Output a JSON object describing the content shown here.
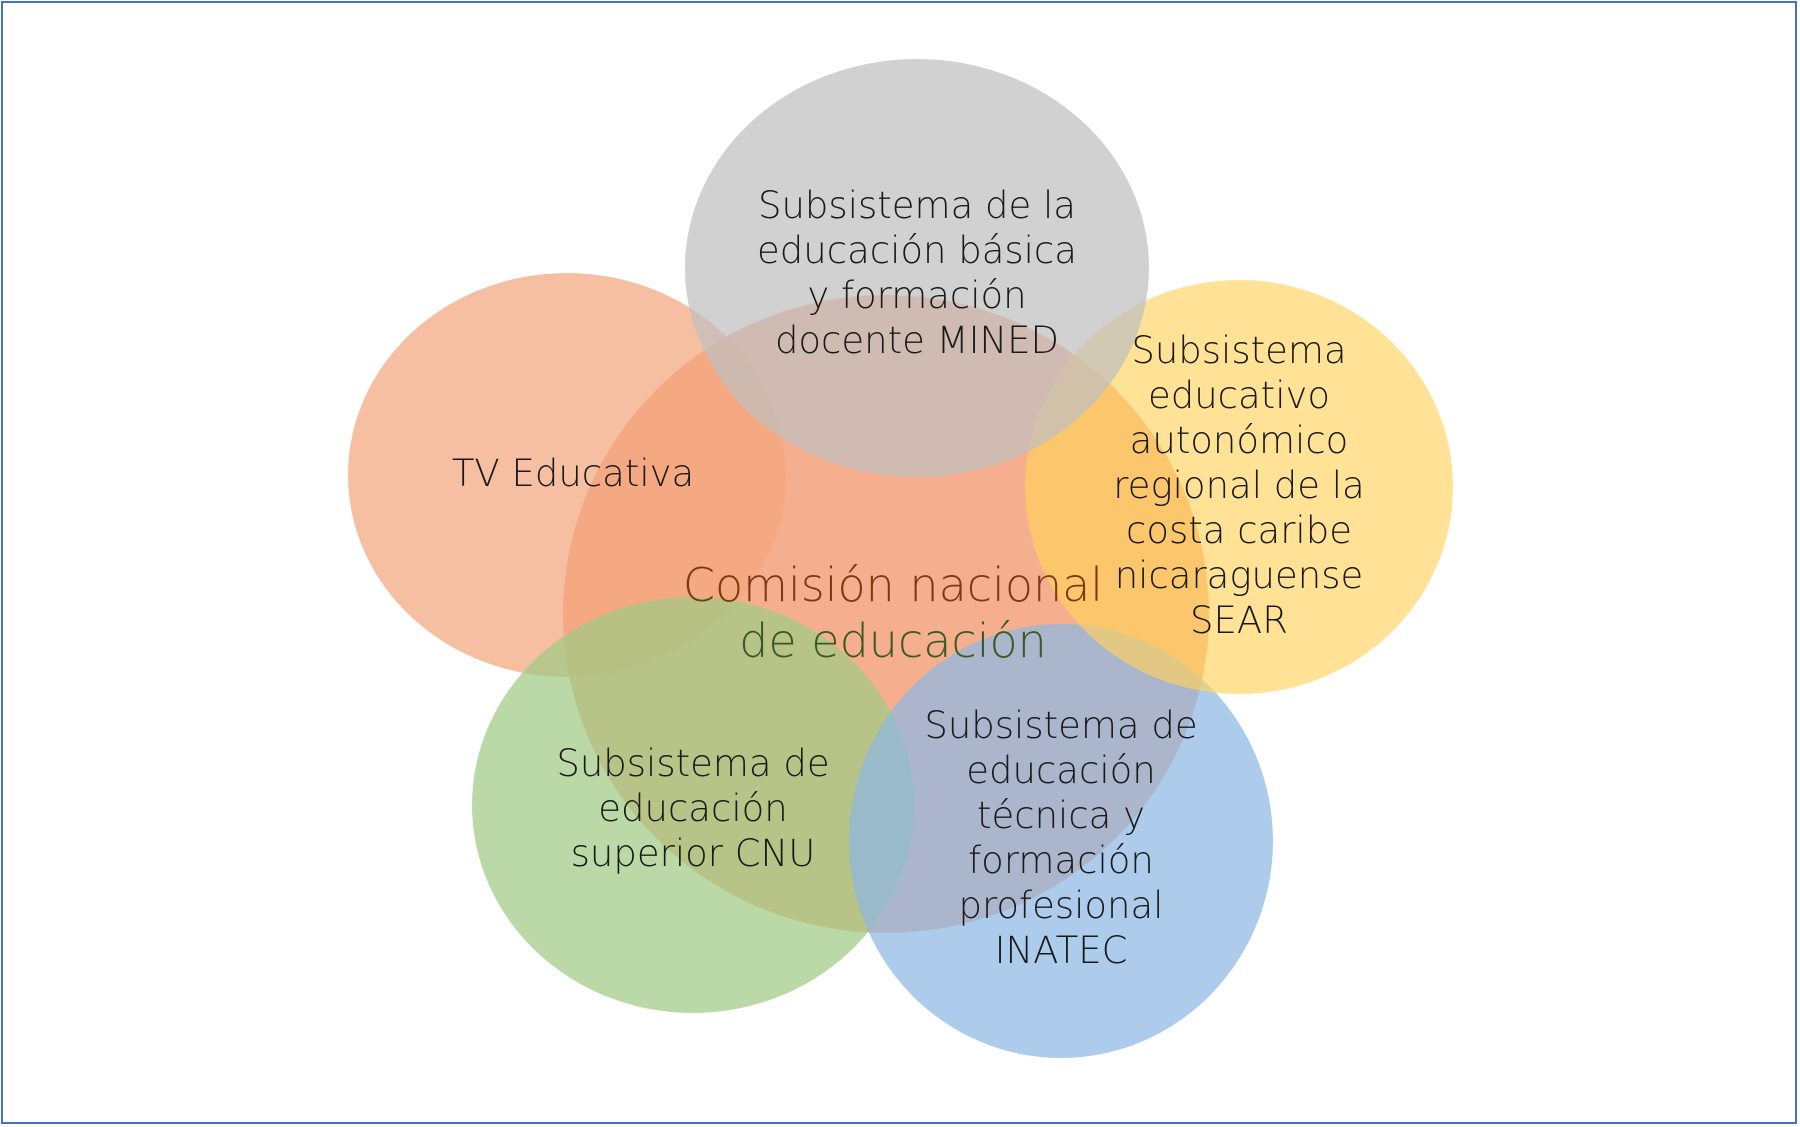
{
  "diagram": {
    "center": {
      "label": "Comisión nacional\nde educación",
      "color": "#f4a17a"
    },
    "nodes": [
      {
        "id": "mined",
        "label": "Subsistema de la\neducación básica\ny formación\ndocente MINED",
        "color": "#bfbfbf"
      },
      {
        "id": "sear",
        "label": "Subsistema\neducativo\nautonómico\nregional de la\ncosta caribe\nnicaraguense\nSEAR",
        "color": "#ffd35c"
      },
      {
        "id": "inatec",
        "label": "Subsistema de\neducación\ntécnica y\nformación\nprofesional\nINATEC",
        "color": "#8db7e3"
      },
      {
        "id": "cnu",
        "label": "Subsistema de\neducación\nsuperior CNU",
        "color": "#9fca85"
      },
      {
        "id": "tv",
        "label": "TV Educativa",
        "color": "#f4a67e"
      }
    ]
  }
}
